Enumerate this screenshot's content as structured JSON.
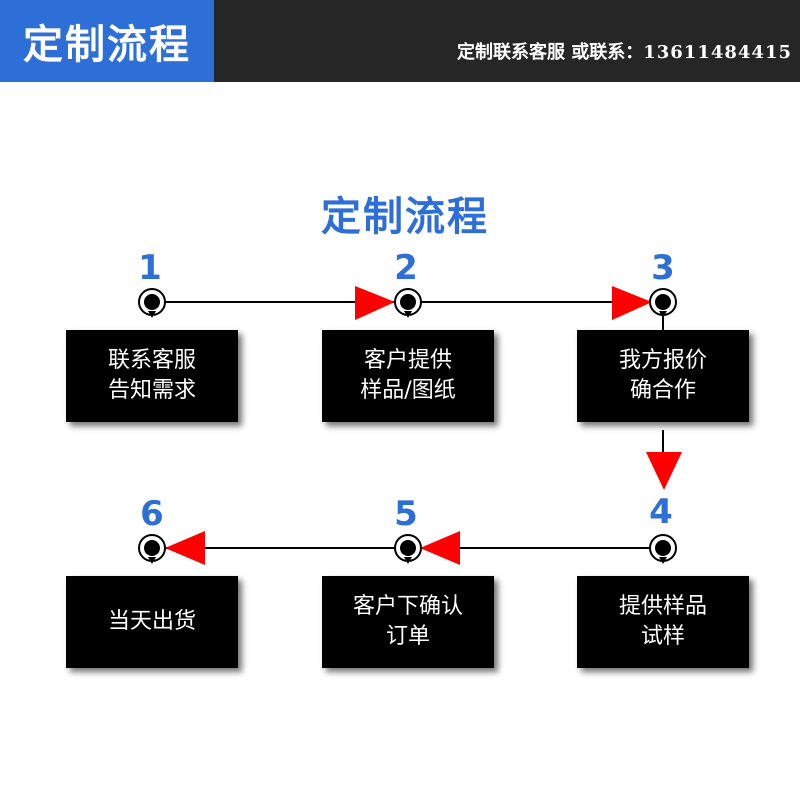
{
  "header": {
    "title": "定制流程",
    "contact_label": "定制联系客服 或联系：",
    "phone": "13611484415"
  },
  "diagram": {
    "title": "定制流程",
    "steps": [
      {
        "number": "1",
        "lines": [
          "联系客服",
          "告知需求"
        ]
      },
      {
        "number": "2",
        "lines": [
          "客户提供",
          "样品/图纸"
        ]
      },
      {
        "number": "3",
        "lines": [
          "我方报价",
          "确合作"
        ]
      },
      {
        "number": "4",
        "lines": [
          "提供样品",
          "试样"
        ]
      },
      {
        "number": "5",
        "lines": [
          "客户下确认",
          "订单"
        ]
      },
      {
        "number": "6",
        "lines": [
          "当天出货"
        ]
      }
    ]
  },
  "colors": {
    "accent_blue": "#2d6fd6",
    "header_bg": "#262626",
    "arrow_red": "#ff0000",
    "box_bg": "#000000"
  }
}
